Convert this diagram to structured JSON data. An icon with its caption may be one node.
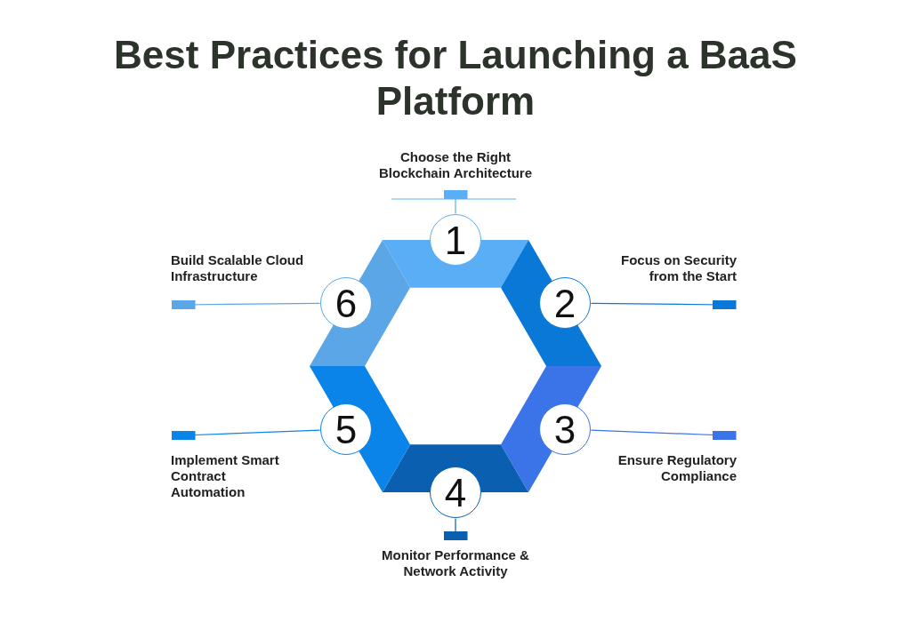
{
  "diagram": {
    "title": "Best Practices for Launching a BaaS Platform",
    "nodes": [
      {
        "text": [
          "1"
        ]
      },
      {
        "text": [
          "2"
        ]
      },
      {
        "text": [
          "3"
        ]
      },
      {
        "text": [
          "4"
        ]
      },
      {
        "text": [
          "5"
        ]
      },
      {
        "text": [
          "6"
        ]
      },
      {
        "text": [
          "Choose the Right Blockchain Architecture"
        ]
      },
      {
        "text": [
          "Focus on Security from the Start"
        ]
      },
      {
        "text": [
          "Ensure Regulatory Compliance"
        ]
      },
      {
        "text": [
          "Monitor Performance & Network Activity"
        ]
      },
      {
        "text": [
          "Implement Smart Contract Automation"
        ]
      },
      {
        "text": [
          "Build Scalable Cloud Infrastructure"
        ]
      }
    ],
    "edges": [
      {
        "from": 6,
        "to": 0,
        "arrow": "other",
        "color": "#5aaef5"
      },
      {
        "from": 7,
        "to": 1,
        "arrow": "other",
        "color": "#0a78d6"
      },
      {
        "from": 8,
        "to": 2,
        "arrow": "other",
        "color": "#3a74e8"
      },
      {
        "from": 9,
        "to": 3,
        "arrow": "other",
        "color": "#0a5fb0"
      },
      {
        "from": 10,
        "to": 4,
        "arrow": "other",
        "color": "#0a84e8"
      },
      {
        "from": 11,
        "to": 5,
        "arrow": "other",
        "color": "#5aa6e6"
      }
    ]
  }
}
